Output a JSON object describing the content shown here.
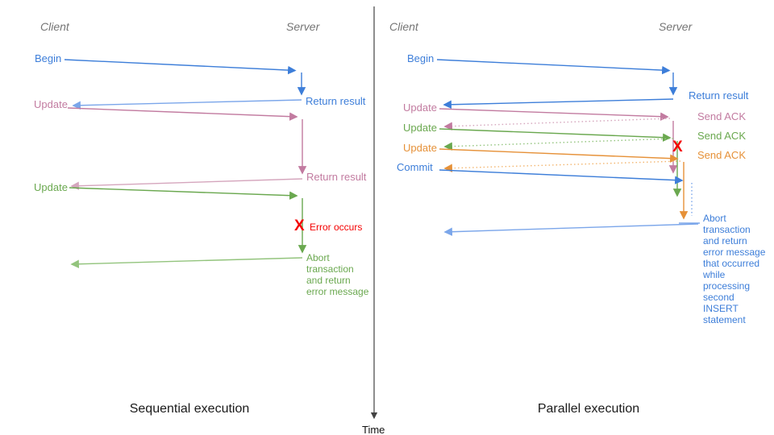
{
  "colors": {
    "blue": "#3d7ed9",
    "blue_light": "#7ba6ea",
    "pink": "#c27ba0",
    "pink_light": "#d5a6bd",
    "green": "#6aa84f",
    "green_light": "#93c47d",
    "orange": "#e69138",
    "orange_light": "#f3b670",
    "red": "#f40202",
    "header_gray": "#757575",
    "axis_gray": "#424242",
    "caption_black": "#1a1a1a"
  },
  "left_panel": {
    "client_header": "Client",
    "server_header": "Server",
    "caption": "Sequential execution",
    "begin_label": "Begin",
    "return_result_1": "Return result",
    "update_1": "Update",
    "return_result_2": "Return result",
    "update_2": "Update",
    "error_mark": "X",
    "error_label": "Error occurs",
    "abort_note": "Abort transaction and return error message"
  },
  "right_panel": {
    "client_header": "Client",
    "server_header": "Server",
    "caption": "Parallel execution",
    "begin_label": "Begin",
    "return_result": "Return result",
    "update_1": "Update",
    "send_ack_1": "Send ACK",
    "update_2": "Update",
    "send_ack_2": "Send ACK",
    "update_3": "Update",
    "send_ack_3": "Send ACK",
    "commit_label": "Commit",
    "error_mark": "X",
    "abort_note": "Abort transaction and return error message that occurred while processing second INSERT statement"
  },
  "time_axis": {
    "label": "Time"
  }
}
